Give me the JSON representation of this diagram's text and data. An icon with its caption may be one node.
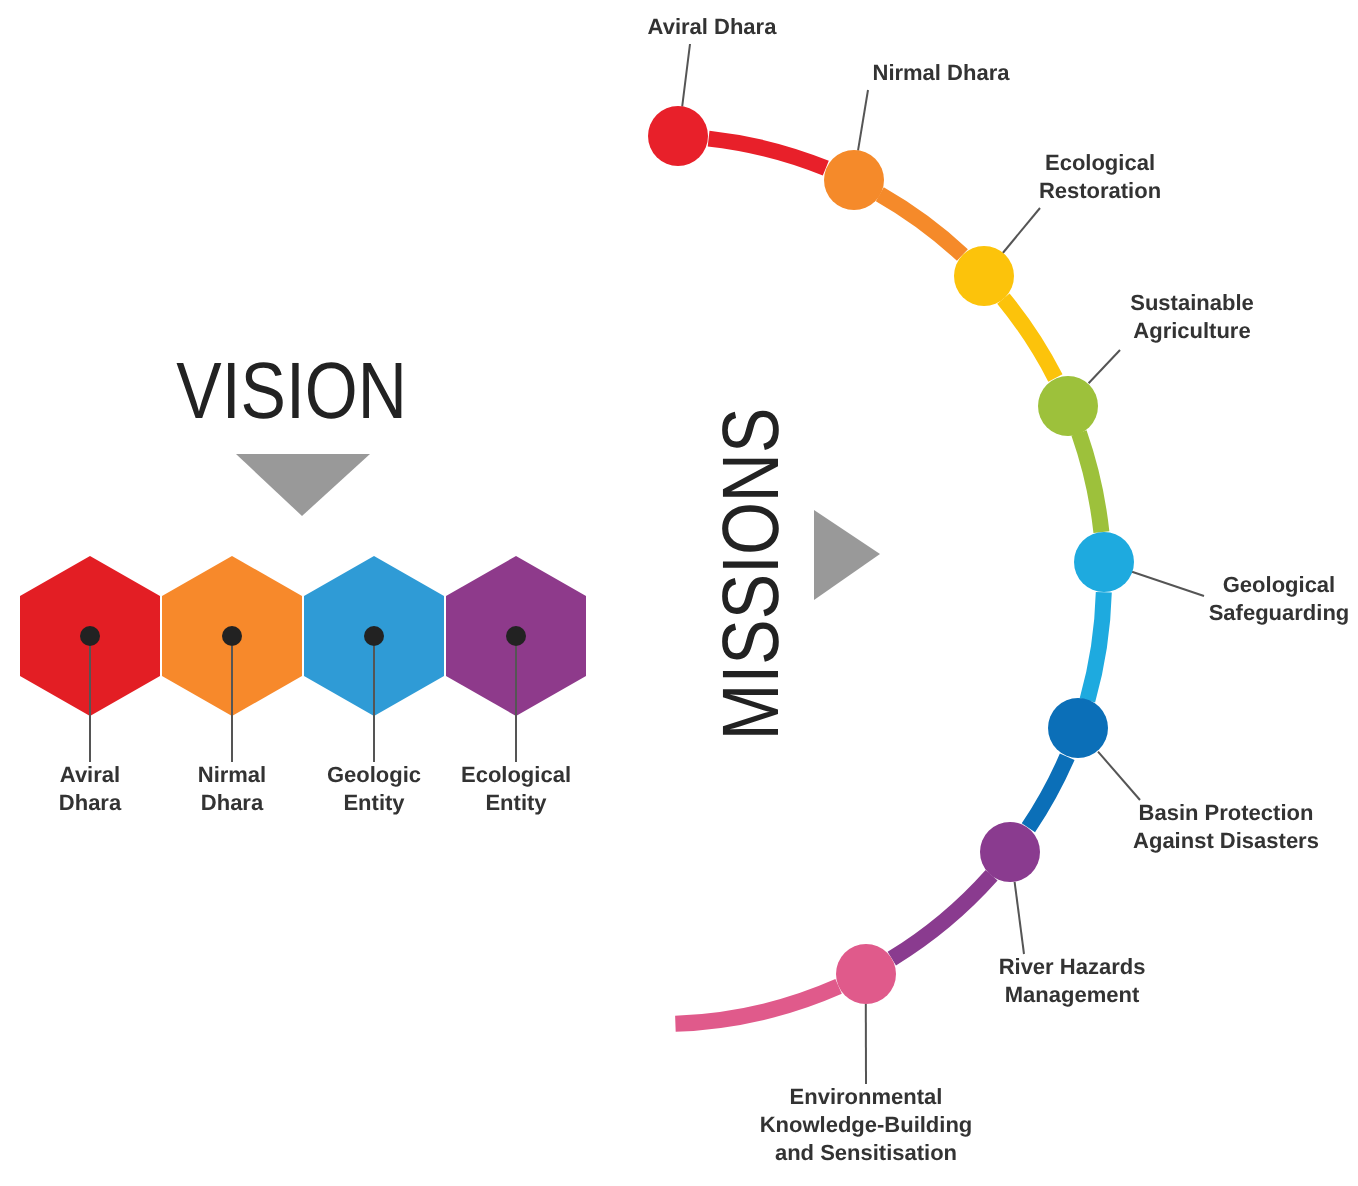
{
  "diagram": {
    "nodes": [
      {
        "text": [],
        "shape": "circle"
      },
      {
        "text": [],
        "shape": "circle"
      },
      {
        "text": [],
        "shape": "circle"
      },
      {
        "text": [],
        "shape": "circle"
      },
      {
        "text": [
          "Aviral Dhara"
        ]
      },
      {
        "text": [
          "Nirmal Dhara"
        ]
      },
      {
        "text": [
          "Geologic Entity"
        ]
      },
      {
        "text": [
          "Ecological Entity"
        ]
      },
      {
        "text": [],
        "shape": "circle"
      },
      {
        "text": [],
        "shape": "circle"
      },
      {
        "text": [],
        "shape": "circle"
      },
      {
        "text": [],
        "shape": "circle"
      },
      {
        "text": [],
        "shape": "circle"
      },
      {
        "text": [],
        "shape": "circle"
      },
      {
        "text": [],
        "shape": "circle"
      },
      {
        "text": [],
        "shape": "circle"
      },
      {
        "text": [
          "Aviral Dhara"
        ]
      },
      {
        "text": [
          "Nirmal Dhara"
        ]
      },
      {
        "text": [
          "Ecological Restoration"
        ]
      },
      {
        "text": [
          "Sustainable Agriculture"
        ]
      },
      {
        "text": [
          "Geological Safeguarding"
        ]
      },
      {
        "text": [
          "Basin Protection Against Disasters"
        ]
      },
      {
        "text": [
          "River Hazards Management"
        ]
      },
      {
        "text": [
          "Environmental Knowledge-Building and Sensitisation"
        ]
      }
    ],
    "edges": [
      {
        "from": 4,
        "to": 0,
        "arrow": "none"
      },
      {
        "from": 5,
        "to": 1,
        "arrow": "none"
      },
      {
        "from": 6,
        "to": 2,
        "arrow": "none"
      },
      {
        "from": 7,
        "to": 3,
        "arrow": "none"
      },
      {
        "from": 8,
        "to": 9,
        "arrow": "none",
        "style": "thick",
        "color": "#e8202a"
      },
      {
        "from": 9,
        "to": 10,
        "arrow": "none",
        "style": "thick",
        "color": "#f58a2a"
      },
      {
        "from": 10,
        "to": 11,
        "arrow": "none",
        "style": "thick",
        "color": "#fcc30b"
      },
      {
        "from": 11,
        "to": 12,
        "arrow": "none",
        "style": "thick",
        "color": "#9dc13b"
      },
      {
        "from": 12,
        "to": 13,
        "arrow": "none",
        "style": "thick",
        "color": "#1eaadf"
      },
      {
        "from": 13,
        "to": 14,
        "arrow": "none",
        "style": "thick",
        "color": "#0b6fb8"
      },
      {
        "from": 14,
        "to": 15,
        "arrow": "none",
        "style": "thick",
        "color": "#8a3b8f"
      },
      {
        "from": 15,
        "to": null,
        "arrow": "none",
        "style": "thick",
        "color": "#e05a8b"
      },
      {
        "from": 16,
        "to": 8,
        "arrow": "none"
      },
      {
        "from": 17,
        "to": 9,
        "arrow": "none"
      },
      {
        "from": 18,
        "to": 10,
        "arrow": "none"
      },
      {
        "from": 19,
        "to": 11,
        "arrow": "none"
      },
      {
        "from": 20,
        "to": 12,
        "arrow": "none"
      },
      {
        "from": 21,
        "to": 13,
        "arrow": "none"
      },
      {
        "from": 22,
        "to": 14,
        "arrow": "none"
      },
      {
        "from": 23,
        "to": 15,
        "arrow": "none"
      }
    ],
    "labels": [
      "VISION",
      "MISSIONS"
    ]
  }
}
